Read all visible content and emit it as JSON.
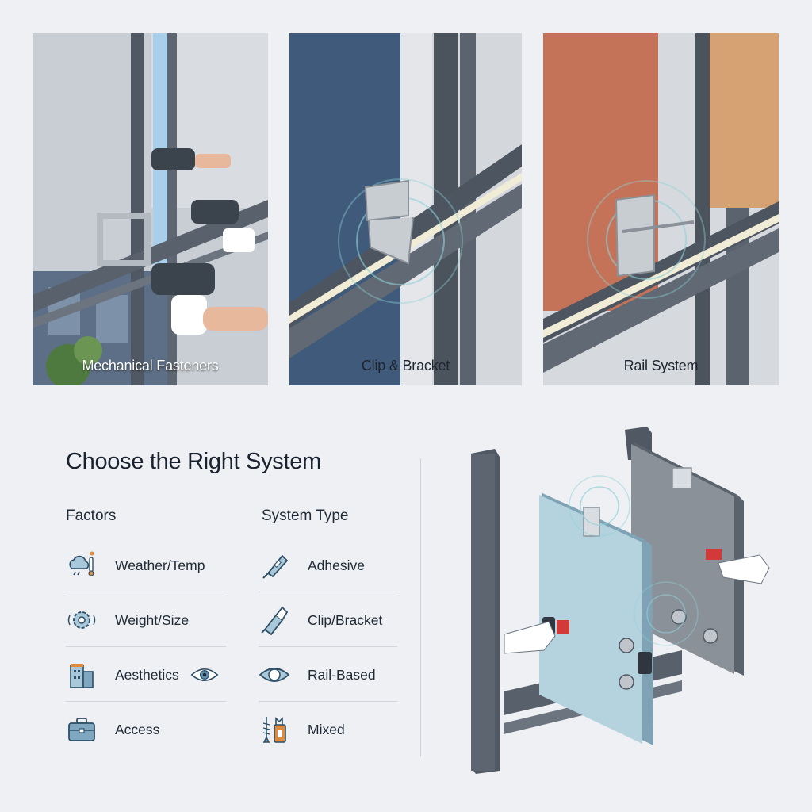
{
  "panels": [
    {
      "label": "Mechanical Fasteners",
      "icon": "drill-icon"
    },
    {
      "label": "Clip & Bracket",
      "icon": "bracket-icon"
    },
    {
      "label": "Rail System",
      "icon": "rail-icon"
    }
  ],
  "heading": "Choose the Right System",
  "factors": {
    "title": "Factors",
    "items": [
      {
        "label": "Weather/Temp",
        "icon": "weather-icon"
      },
      {
        "label": "Weight/Size",
        "icon": "gear-icon"
      },
      {
        "label": "Aesthetics",
        "icon": "building-icon"
      },
      {
        "label": "Access",
        "icon": "toolbox-icon"
      }
    ]
  },
  "systems": {
    "title": "System Type",
    "items": [
      {
        "label": "Adhesive",
        "icon": "adhesive-tube-icon"
      },
      {
        "label": "Clip/Bracket",
        "icon": "clip-icon"
      },
      {
        "label": "Rail-Based",
        "icon": "eye-icon"
      },
      {
        "label": "Mixed",
        "icon": "screw-tools-icon"
      }
    ]
  },
  "colors": {
    "accent": "#5b8fb0",
    "accent_light": "#a9c8da",
    "orange": "#e08a3c",
    "panel_blue": "#3f5a7a",
    "panel_terracotta": "#c57358",
    "panel_tan": "#d7a273",
    "frame": "#4f5863",
    "light_panel": "#b5d2df",
    "gray_panel": "#8a9199"
  }
}
